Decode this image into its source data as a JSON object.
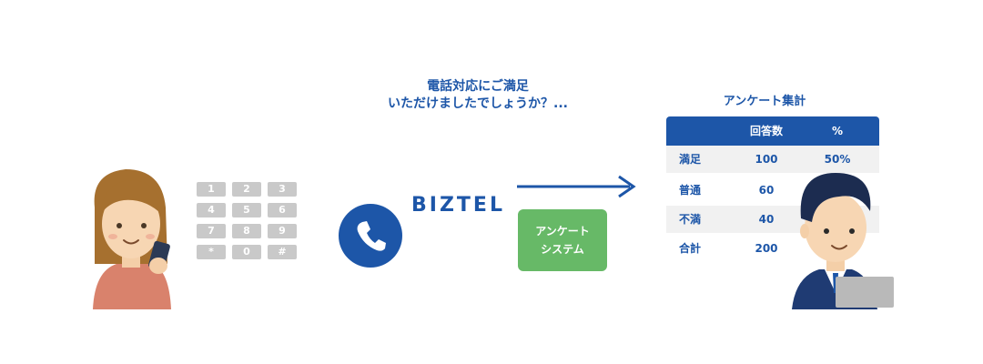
{
  "question": {
    "line1": "電話対応にご満足",
    "line2": "いただけましたでしょうか？..."
  },
  "keypad": {
    "keys": [
      "1",
      "2",
      "3",
      "4",
      "5",
      "6",
      "7",
      "8",
      "9",
      "*",
      "0",
      "#"
    ]
  },
  "brand": "BIZTEL",
  "survey_system": {
    "line1": "アンケート",
    "line2": "システム"
  },
  "aggregation": {
    "title": "アンケート集計",
    "headers": [
      "",
      "回答数",
      "%"
    ],
    "rows": [
      [
        "満足",
        "100",
        "50%"
      ],
      [
        "普通",
        "60",
        ""
      ],
      [
        "不満",
        "40",
        ""
      ],
      [
        "合計",
        "200",
        ""
      ]
    ]
  },
  "colors": {
    "primary_blue": "#1d56a8",
    "survey_green": "#67b967",
    "key_gray": "#c9c9c9",
    "row_shade": "#f1f1f1"
  }
}
